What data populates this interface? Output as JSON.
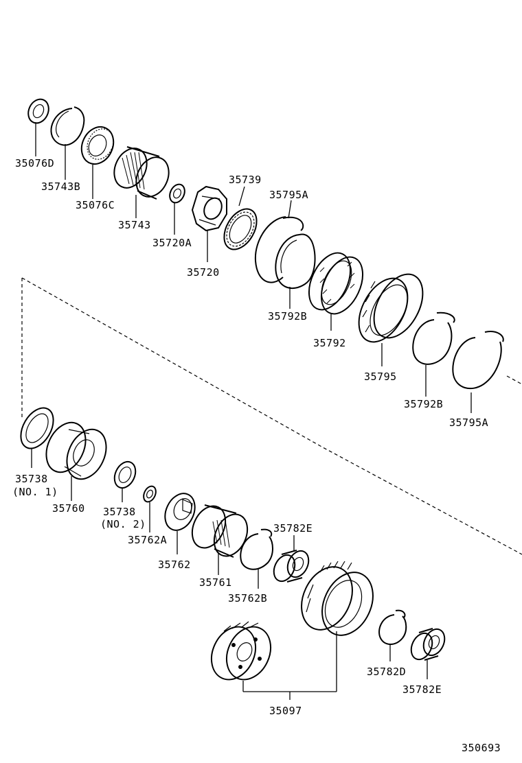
{
  "diagram": {
    "doc_number": "350693",
    "labels": {
      "p35076D": "35076D",
      "p35743B": "35743B",
      "p35076C": "35076C",
      "p35743": "35743",
      "p35720A": "35720A",
      "p35739": "35739",
      "p35720": "35720",
      "p35795A_top": "35795A",
      "p35792B_top": "35792B",
      "p35792": "35792",
      "p35795": "35795",
      "p35792B_right": "35792B",
      "p35795A_right": "35795A",
      "p35738_1": "35738",
      "p35738_1_note": "(NO. 1)",
      "p35760": "35760",
      "p35738_2": "35738",
      "p35738_2_note": "(NO. 2)",
      "p35762A": "35762A",
      "p35762": "35762",
      "p35761": "35761",
      "p35762B": "35762B",
      "p35782E_top": "35782E",
      "p35782D": "35782D",
      "p35782E_bottom": "35782E",
      "p35097": "35097"
    }
  }
}
